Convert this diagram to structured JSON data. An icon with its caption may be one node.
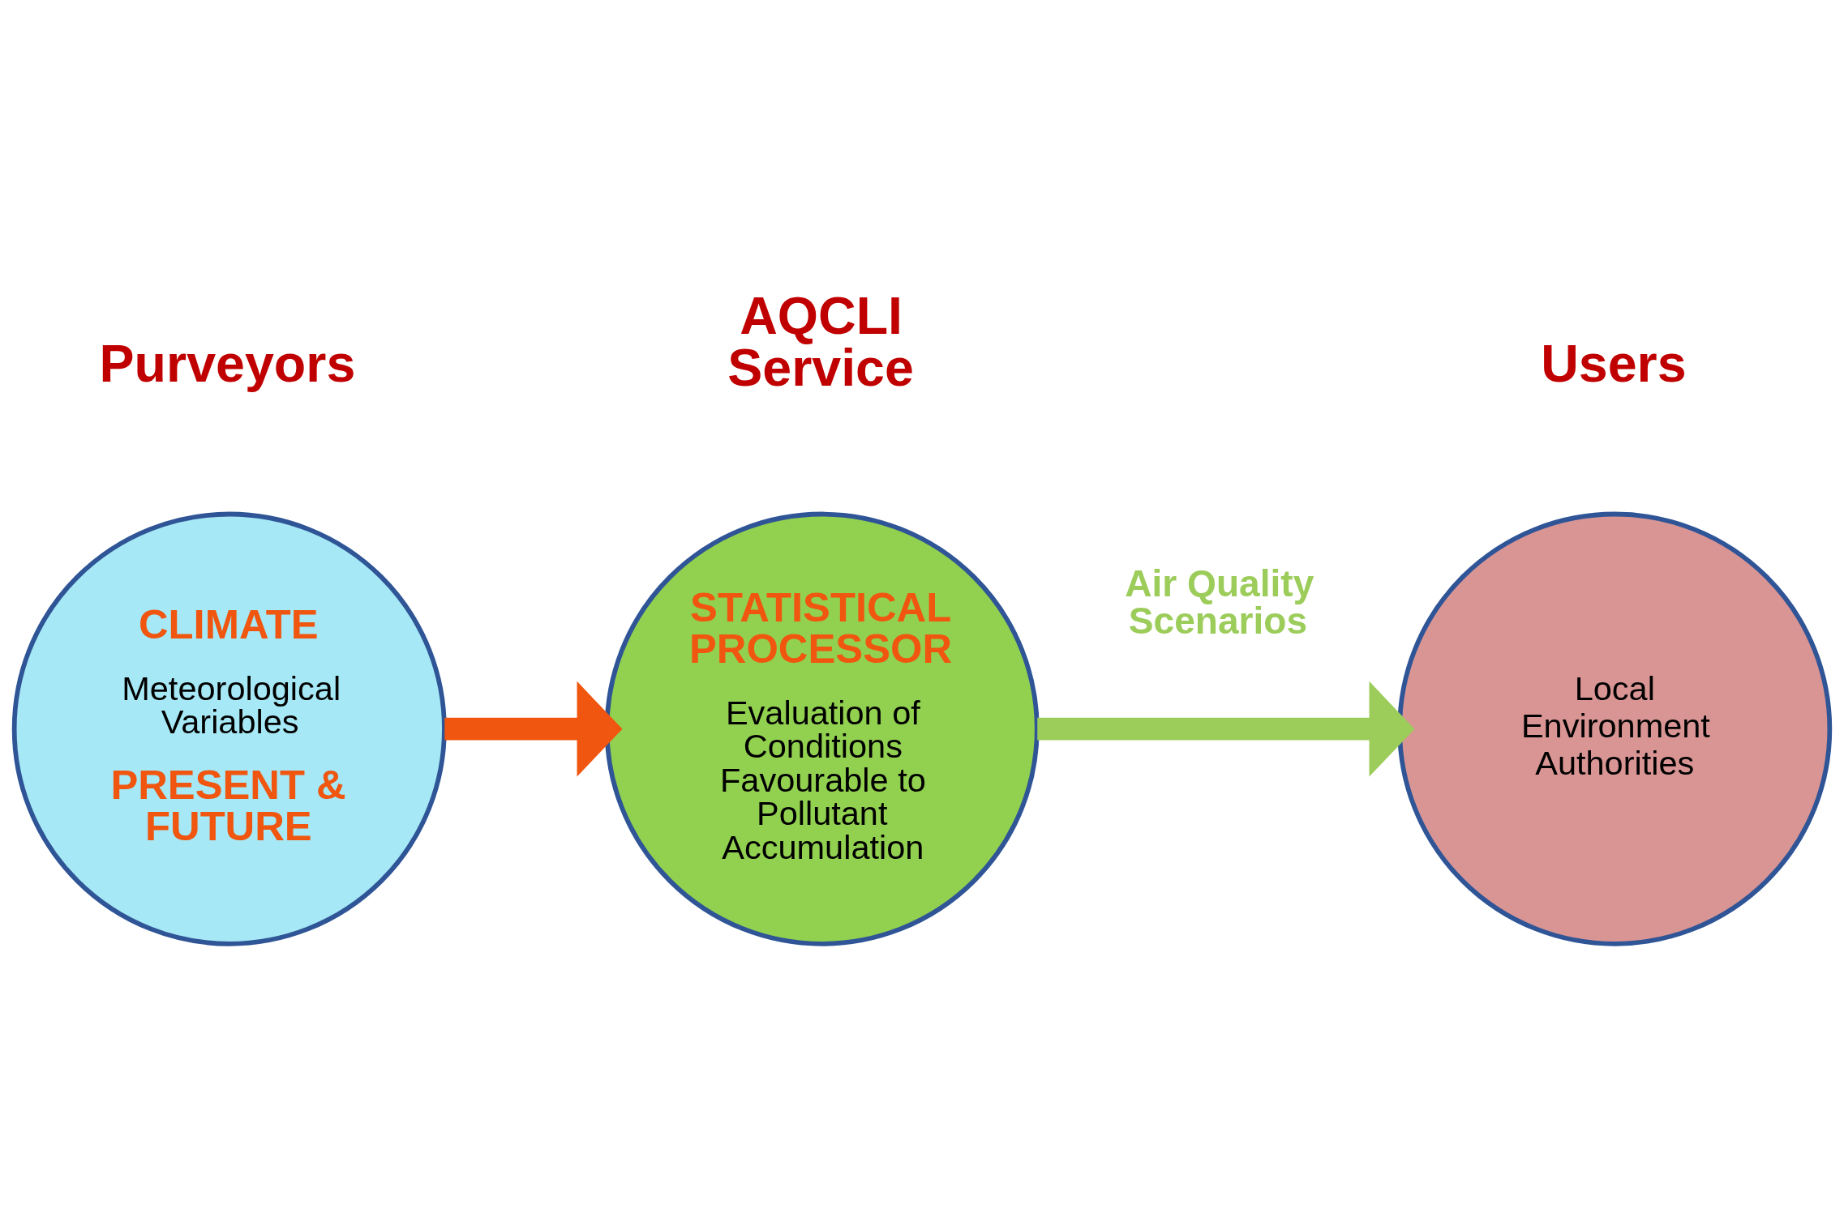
{
  "diagram": {
    "nodes": [
      {
        "text": [
          "CLIMATE",
          "Meteorological Variables",
          "PRESENT & FUTURE"
        ],
        "beside": [
          "Purveyors"
        ]
      },
      {
        "text": [
          "STATISTICAL PROCESSOR",
          "Evaluation of Conditions Favourable to Pollutant Accumulation"
        ],
        "beside": [
          "AQCLI Service"
        ]
      },
      {
        "text": [
          "Local Environment Authorities"
        ],
        "beside": [
          "Users"
        ]
      }
    ],
    "edges": [
      {
        "from": 0,
        "to": 1,
        "arrow": "to",
        "color": "#f0560f"
      },
      {
        "from": 1,
        "to": 2,
        "arrow": "to",
        "color": "#9ccc5a",
        "label": "Air Quality Scenarios"
      }
    ]
  }
}
